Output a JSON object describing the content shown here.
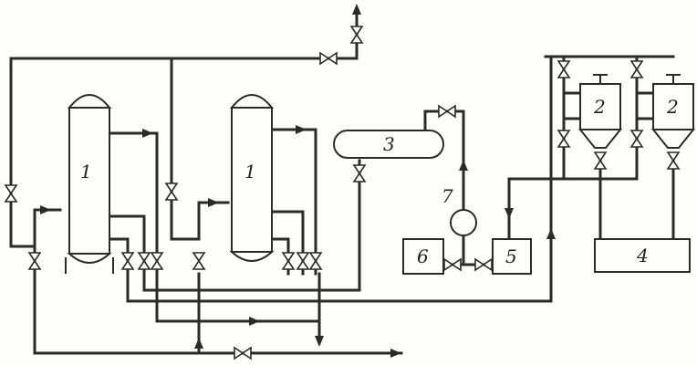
{
  "labels": {
    "column1a": "1",
    "column1b": "1",
    "tank2a": "2",
    "tank2b": "2",
    "vessel3": "3",
    "unit4": "4",
    "unit5": "5",
    "unit6": "6",
    "pump7": "7"
  },
  "colors": {
    "ink": "#2b2b2b",
    "paper": "#fdfdfb"
  }
}
